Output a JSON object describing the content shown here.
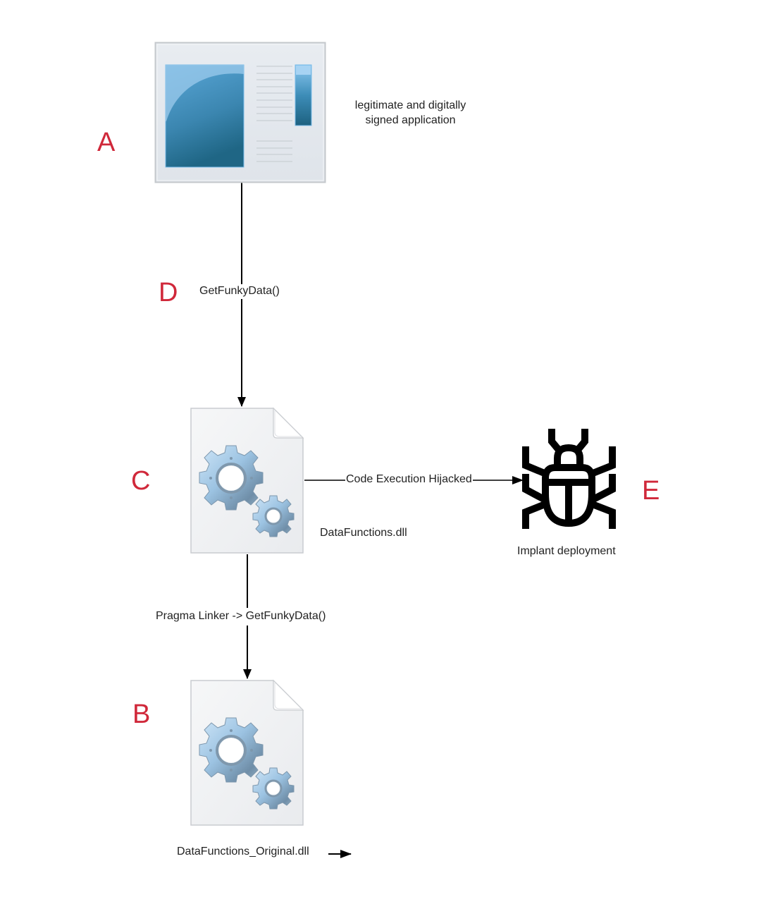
{
  "diagram": {
    "nodes": {
      "application": {
        "letter": "A",
        "caption_line1": "legitimate and digitally",
        "caption_line2": "signed application",
        "icon": "application-window-icon"
      },
      "hijack_dll": {
        "letter": "C",
        "caption": "DataFunctions.dll",
        "icon": "dll-gear-file-icon"
      },
      "original_dll": {
        "letter": "B",
        "caption": "DataFunctions_Original.dll",
        "icon": "dll-gear-file-icon"
      },
      "implant": {
        "letter": "E",
        "caption": "Implant deployment",
        "icon": "bug-icon"
      }
    },
    "edges": {
      "app_to_dll": {
        "letter": "D",
        "label": "GetFunkyData()"
      },
      "dll_to_implant": {
        "label": "Code Execution Hijacked"
      },
      "dll_to_original": {
        "label": "Pragma Linker -> GetFunkyData()"
      }
    },
    "colors": {
      "letter": "#d0283a",
      "line": "#000000",
      "icon_blue_dark": "#1f6685",
      "icon_blue_light": "#6fb3e3",
      "paper": "#eef1f5"
    }
  }
}
